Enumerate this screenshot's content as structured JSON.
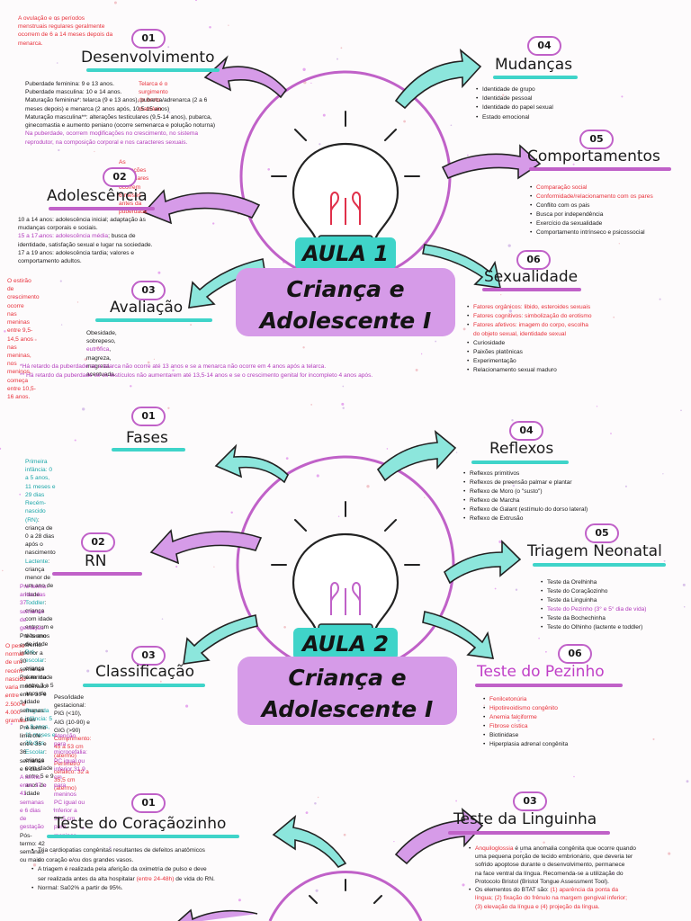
{
  "colors": {
    "purple": "#c061c8",
    "lavender": "#d69be8",
    "teal": "#3fd4c9",
    "red": "#e8303a"
  },
  "section1": {
    "aula": "AULA 1",
    "title_line1": "Criança e",
    "title_line2": "Adolescente I",
    "note_ovulacao": [
      "A ovulação e os períodos",
      "menstruais regulares geralmente",
      "ocorrem de 6 a 14 meses depois da",
      "menarca."
    ],
    "desenvolvimento": {
      "num": "01",
      "title": "Desenvolvimento",
      "telarca": [
        "Telarca é o surgimento",
        "do broto mamário"
      ],
      "lines": [
        "Puberdade feminina: 9 e 13 anos.",
        "Puberdade masculina: 10 e 14 anos.",
        "Maturação feminina*: telarca (9 e 13  anos), pubarca/adrenarca (2 a 6",
        "meses depois) e menarca (2 anos após, 10,5-15 anos)",
        "Maturação masculina**: alterações testiculares (9,5-14 anos), pubarca,",
        "ginecomastia e aumento peniano (ocorre semenarca e polução noturna)"
      ],
      "purple_lines": [
        "Na puberdade, ocorrem modificações no crescimento, no sistema",
        "reprodutor, na composição corporal e nos caracteres sexuais."
      ],
      "red_note": [
        "As alterações testiculares ocorrem",
        "6 meses antes da puberdade"
      ]
    },
    "adolescencia": {
      "num": "02",
      "title": "Adolescência",
      "lines": [
        {
          "t": "10 a 14 anos: adolescência inicial; adaptação às",
          "c": ""
        },
        {
          "t": "mudanças corporais e sociais.",
          "c": ""
        },
        {
          "t": "15 a 17 anos: adolescência média",
          "c": "purple",
          "rest": "; busca de"
        },
        {
          "t": "identidade, satisfação sexual e lugar na sociedade.",
          "c": ""
        },
        {
          "t": "17 a 19 anos: adolescência tardia; valores e",
          "c": ""
        },
        {
          "t": "comportamento adultos.",
          "c": ""
        }
      ],
      "red_note": [
        "O estirão de crescimento ocorre",
        "nas meninas entre 9,5-14,5 anos",
        "nas meninas, nos meninos,",
        "começa entre 10,5-16 anos."
      ]
    },
    "avaliacao": {
      "num": "03",
      "title": "Avaliação",
      "line1_a": "Obesidade, sobrepeso, ",
      "line1_b": "eutrófica",
      "line1_c": ", magreza,",
      "line2": "magreza acentuada."
    },
    "mudancas": {
      "num": "04",
      "title": "Mudanças",
      "items": [
        "Identidade de grupo",
        "Identidade pessoal",
        "Identidade do papel sexual",
        "Estado emocional"
      ]
    },
    "comportamentos": {
      "num": "05",
      "title": "Comportamentos",
      "items": [
        {
          "t": "Comparação social",
          "c": "red"
        },
        {
          "t": "Conformidade/relacionamento com os pares",
          "c": "red"
        },
        {
          "t": "Conflito com os pais",
          "c": ""
        },
        {
          "t": "Busca por independência",
          "c": ""
        },
        {
          "t": "Exercício da sexualidade",
          "c": ""
        },
        {
          "t": "Comportamento intrínseco e psicossocial",
          "c": ""
        }
      ]
    },
    "sexualidade": {
      "num": "06",
      "title": "Sexualidade",
      "items": [
        {
          "t": "Fatores orgânicos: libido, esteroides sexuais",
          "c": "red"
        },
        {
          "t": "Fatores cognitivos: simbolização do erotismo",
          "c": "red"
        },
        {
          "t": "Fatores afetivos: imagem do corpo, escolha",
          "c": "red"
        },
        {
          "t": "do objeto sexual, identidade sexual",
          "c": "red",
          "nobullet": true
        },
        {
          "t": "Curiosidade",
          "c": ""
        },
        {
          "t": "Paixões platônicas",
          "c": ""
        },
        {
          "t": "Experimentação",
          "c": ""
        },
        {
          "t": "Relacionamento sexual maduro",
          "c": ""
        }
      ]
    },
    "footnote1": "*Há retardo da puberdade se a telarca não ocorre até 13 anos e se a menarca não ocorre em 4 anos após a telarca.",
    "footnote2": "** Há retardo da puberdade se os testículos não aumentarem até 13,5-14 anos e se o crescimento genital for incompleto 4 anos após."
  },
  "section2": {
    "aula": "AULA 2",
    "title_line1": "Criança e",
    "title_line2": "Adolescente I",
    "fases": {
      "num": "01",
      "title": "Fases",
      "lines": [
        {
          "a": "Primeira infância: 0 a 5 anos, 11 meses e 29 dias",
          "ca": "teal",
          "b": ""
        },
        {
          "a": "Recém-nascido (RN)",
          "ca": "teal",
          "b": ": criança de 0 a 28 dias após o nascimento"
        },
        {
          "a": "Lactente",
          "ca": "teal",
          "b": ": criança menor de um ano de idade"
        },
        {
          "a": "Toddler",
          "ca": "teal",
          "b": ": criança com idade entre um e três anos de idade"
        },
        {
          "a": "Pré-escolar",
          "ca": "teal",
          "b": ": criança com idade entre 3 a 5 anos de idade"
        },
        {
          "a": "Segunda infância: 5 a 9 anos, 11 meses e 29 dias",
          "ca": "teal",
          "b": ""
        },
        {
          "a": "Escolar",
          "ca": "teal",
          "b": ": criança com idade entre 5 e 9 anos de idade"
        }
      ]
    },
    "rn": {
      "num": "02",
      "title": "RN",
      "lines": [
        {
          "t": "Pré-termo: antes das 37 semanas de gestação",
          "c": "purple"
        },
        {
          "t": "Pré-termo extremo: inferior a 30 semanas",
          "c": ""
        },
        {
          "t": "Pré-termo moderado: entre 30 e 34 semanas 6 dias",
          "c": ""
        },
        {
          "t": "Pré-termo limítrofe: entre 35 e 36 semanas e 6 dias",
          "c": ""
        },
        {
          "t": "A termo: entre 37 e 41 semanas e 6 dias de gestação",
          "c": "purple"
        },
        {
          "t": "Pós-termo: 42 semanas ou mais",
          "c": ""
        }
      ],
      "red_note": [
        "O peso normal de um",
        "recém-nascido varia",
        "entre 2.500 e 4.000",
        "gramas."
      ]
    },
    "classificacao": {
      "num": "03",
      "title": "Classificação",
      "line1": "Peso/idade gestacional: PIG (<10), AIG (10-90) e GIG (>90)",
      "line2": "Comprimento: 45 a 53 cm (atermo)",
      "line3": "Perímetro cefálico: 32 a 35,5 cm (atermo)",
      "purple_lines": [
        "Atenção para microcefalia: PC igual ou inferior 31,9 cm",
        "para meninos",
        "PC igual ou inferior a 31,5 cm para meninas"
      ]
    },
    "reflexos": {
      "num": "04",
      "title": "Reflexos",
      "items": [
        "Reflexos primitivos",
        "Reflexos de preensão palmar e plantar",
        "Reflexo de Moro (o \"susto\")",
        "Reflexo de Marcha",
        "Reflexo de Galant (estímulo do dorso lateral)",
        "Reflexo de Extrusão"
      ]
    },
    "triagem": {
      "num": "05",
      "title": "Triagem Neonatal",
      "items": [
        {
          "t": "Teste da Orelhinha",
          "c": ""
        },
        {
          "t": "Teste do Coraçãozinho",
          "c": ""
        },
        {
          "t": "Teste da Linguinha",
          "c": ""
        },
        {
          "t": "Teste do Pezinho (3° e 5° dia de vida)",
          "c": "purple"
        },
        {
          "t": "Teste da Bochechinha",
          "c": ""
        },
        {
          "t": "Teste do Olhinho (lactente e toddler)",
          "c": ""
        }
      ]
    },
    "pezinho": {
      "num": "06",
      "title": "Teste do Pezinho",
      "items": [
        {
          "t": "Fenilcetonúria",
          "c": "red"
        },
        {
          "t": "Hipotireoidismo congênito",
          "c": "red"
        },
        {
          "t": "Anemia falciforme",
          "c": "red"
        },
        {
          "t": "Fibrose cística",
          "c": "red"
        },
        {
          "t": "Biotinidase",
          "c": ""
        },
        {
          "t": "Hiperplasia adrenal congênita",
          "c": ""
        }
      ]
    }
  },
  "section3": {
    "coracao": {
      "num": "01",
      "title": "Teste do Coraçãozinho",
      "items": [
        {
          "t": [
            "Tria cardiopatias congênitas resultantes de defeitos anatômicos",
            "do coração e/ou dos grandes vasos."
          ]
        },
        {
          "t": [
            "A triagem é realizada pela aferição da oximetria de pulso e deve",
            "ser realizada antes da alta hospitalar "
          ],
          "red": "(entre 24-48h)",
          "after": " de vida do RN."
        },
        {
          "t": [
            "Normal: Sa02% a partir de 95%."
          ]
        }
      ]
    },
    "linguinha": {
      "num": "03",
      "title": "Teste da Linguinha",
      "red_word": "Anquiloglossia",
      "p1_rest": " é uma anomalia congênita que ocorre quando",
      "p1_lines": [
        "uma pequena porção de tecido embrionário, que deveria ter",
        "sofrido apoptose durante o desenvolvimento, permanece",
        "na face ventral da língua. Recomenda-se a utilização do",
        "Protocolo Bristol (Bristol Tongue Assessment Tool)."
      ],
      "p2_a": "Os elementos do BTAT são: ",
      "p2_red1": "(1) aparência da ponta da",
      "p2_red2": "língua; (2) fixação do frênulo na margem gengival inferior;",
      "p2_red3": "(3) elevação da língua e (4) projeção da língua."
    }
  }
}
